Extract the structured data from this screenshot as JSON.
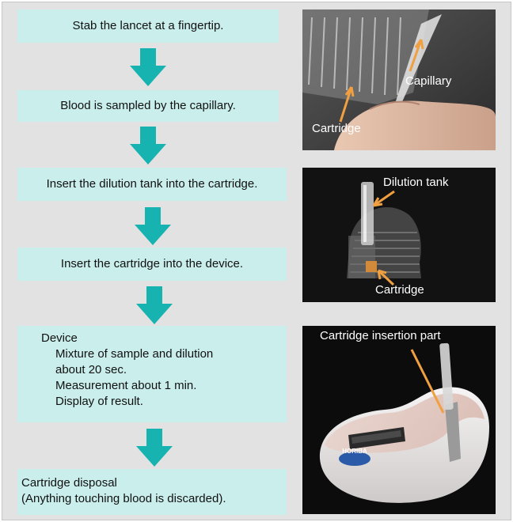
{
  "colors": {
    "step_box": "#c9eeec",
    "arrow": "#17b3b0",
    "background": "#e2e2e2",
    "pointer": "#f0a040"
  },
  "steps": [
    {
      "text": "Stab the lancet at a fingertip."
    },
    {
      "text": "Blood is sampled by the capillary."
    },
    {
      "text": "Insert the dilution tank into the cartridge."
    },
    {
      "text": "Insert the cartridge into the device."
    },
    {
      "title": "Device",
      "lines": [
        "Mixture of sample and dilution",
        "about 20 sec.",
        "Measurement about 1 min.",
        "Display of result."
      ]
    },
    {
      "lines": [
        "Cartridge disposal",
        "(Anything touching blood is discarded)."
      ]
    }
  ],
  "photos": {
    "photo1": {
      "labels": [
        "Capillary",
        "Cartridge"
      ]
    },
    "photo2": {
      "labels": [
        "Dilution tank",
        "Cartridge"
      ]
    },
    "photo3": {
      "labels": [
        "Cartridge insertion part"
      ],
      "logo": "HORIBA"
    }
  }
}
